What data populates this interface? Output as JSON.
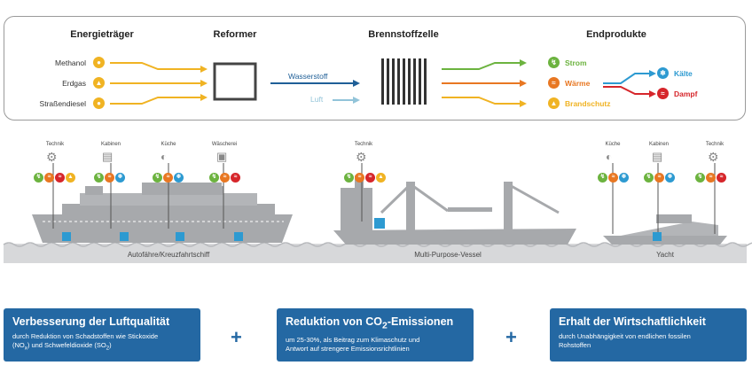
{
  "colors": {
    "yellow": "#f0b323",
    "blue": "#1f5f97",
    "light_blue": "#92c4d9",
    "green": "#6cb33f",
    "orange": "#e87722",
    "red": "#d6262b",
    "cyan": "#2d9ad1",
    "box_blue": "#2468a3",
    "hull_grey": "#a7a9ac",
    "water_grey": "#d7d8da"
  },
  "process": {
    "titles": {
      "energy_carriers": "Energieträger",
      "reformer": "Reformer",
      "fuel_cell": "Brennstoffzelle",
      "end_products": "Endprodukte"
    },
    "sources": [
      {
        "label": "Methanol",
        "icon": "drop-icon"
      },
      {
        "label": "Erdgas",
        "icon": "flame-icon"
      },
      {
        "label": "Straßendiesel",
        "icon": "drop-icon"
      }
    ],
    "gases": {
      "hydrogen": "Wasserstoff",
      "air": "Luft"
    },
    "products": [
      {
        "label": "Strom",
        "icon": "lightning-icon",
        "color": "#6cb33f"
      },
      {
        "label": "Wärme",
        "icon": "heat-icon",
        "color": "#e87722"
      },
      {
        "label": "Brandschutz",
        "icon": "fire-icon",
        "color": "#f0b323"
      }
    ],
    "sub_products": [
      {
        "label": "Kälte",
        "icon": "snowflake-icon",
        "color": "#2d9ad1"
      },
      {
        "label": "Dampf",
        "icon": "steam-icon",
        "color": "#d6262b"
      }
    ]
  },
  "ships": {
    "ferry": {
      "label": "Autofähre/Kreuzfahrtschiff",
      "rooms": [
        {
          "label": "Technik",
          "icon": "gear-icon"
        },
        {
          "label": "Kabinen",
          "icon": "bed-icon"
        },
        {
          "label": "Küche",
          "icon": "pot-icon"
        },
        {
          "label": "Wäscherei",
          "icon": "washing-machine-icon"
        }
      ]
    },
    "mpv": {
      "label": "Multi-Purpose-Vessel",
      "rooms": [
        {
          "label": "Technik",
          "icon": "gear-icon"
        }
      ]
    },
    "yacht": {
      "label": "Yacht",
      "rooms": [
        {
          "label": "Küche",
          "icon": "pot-icon"
        },
        {
          "label": "Kabinen",
          "icon": "bed-icon"
        },
        {
          "label": "Technik",
          "icon": "gear-icon"
        }
      ]
    }
  },
  "benefits": [
    {
      "title": "Verbesserung der Luftqualität",
      "text_a": "durch Reduktion von Schadstoffen wie Stickoxide",
      "text_b": "(NO",
      "sub_b1": "x",
      "text_b2": ") und Schwefeldioxide (SO",
      "sub_b2": "2",
      "text_b3": ")"
    },
    {
      "title_a": "Reduktion von CO",
      "title_sub": "2",
      "title_b": "-Emissionen",
      "text_a": "um 25-30%, als Beitrag zum Klimaschutz und",
      "text_b": "Antwort auf strengere Emissionsrichtlinien"
    },
    {
      "title": "Erhalt der Wirtschaftlichkeit",
      "text_a": "durch Unabhängigkeit von endlichen fossilen",
      "text_b": "Rohstoffen"
    }
  ],
  "plus": "+"
}
